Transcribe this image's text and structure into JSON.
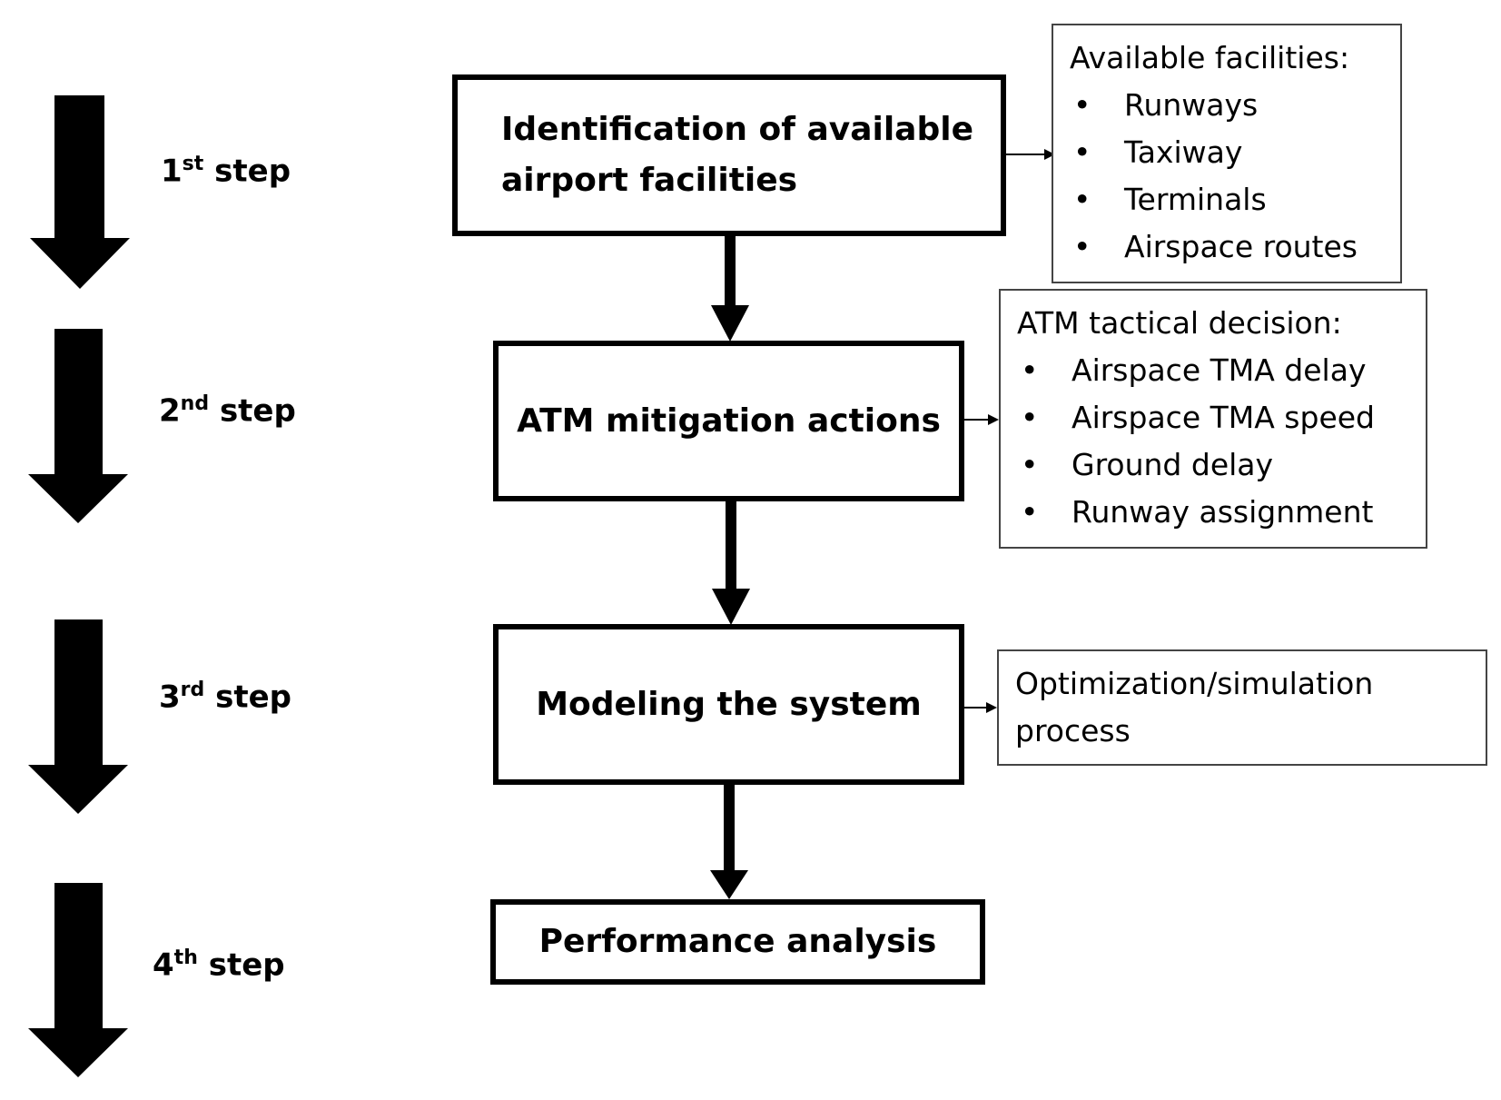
{
  "steps": [
    {
      "num": "1",
      "sup": "st",
      "word": "step"
    },
    {
      "num": "2",
      "sup": "nd",
      "word": "step"
    },
    {
      "num": "3",
      "sup": "rd",
      "word": "step"
    },
    {
      "num": "4",
      "sup": "th",
      "word": "step"
    }
  ],
  "boxes": {
    "identification": "Identification of available airport facilities",
    "mitigation": "ATM mitigation actions",
    "modeling": "Modeling the system",
    "performance": "Performance analysis"
  },
  "notes": {
    "facilities": {
      "title": "Available facilities:",
      "items": [
        "Runways",
        "Taxiway",
        "Terminals",
        "Airspace routes"
      ]
    },
    "tactical": {
      "title": "ATM tactical decision:",
      "items": [
        "Airspace TMA delay",
        "Airspace TMA speed",
        "Ground delay",
        "Runway assignment"
      ]
    },
    "optimization": {
      "text": "Optimization/simulation process"
    }
  },
  "colors": {
    "stroke": "#000000",
    "background": "#ffffff"
  }
}
